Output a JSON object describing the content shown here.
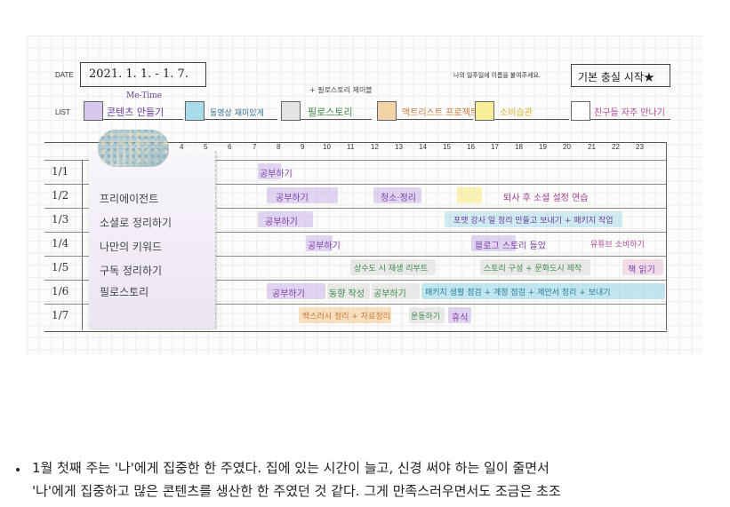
{
  "header": {
    "date_label": "DATE",
    "date_value": "2021. 1. 1. - 1. 7.",
    "name_prompt": "나의 일주일에 이름을 붙여주세요.",
    "name_value": "기본 충실 시작★",
    "list_label": "LIST"
  },
  "list": {
    "note_me_time": "Me-Time",
    "note_top": "+ 필로스토리 제이블",
    "items": [
      {
        "label": "콘텐츠 만들기",
        "color": "#c9b3e8"
      },
      {
        "label": "동영상 재미있게",
        "color": "#8fd3e6"
      },
      {
        "label": "필로스토리",
        "color": "#d9dbd8"
      },
      {
        "label": "액트리스트 프로젝트",
        "color": "#f2c98e"
      },
      {
        "label": "소비습관",
        "color": "#f7ea7a"
      },
      {
        "label": "친구들 자주 만나기",
        "color": "#e8c2dc"
      }
    ]
  },
  "hours": [
    "4",
    "5",
    "6",
    "7",
    "8",
    "9",
    "10",
    "11",
    "12",
    "13",
    "14",
    "15",
    "16",
    "17",
    "18",
    "19",
    "20",
    "21",
    "22",
    "23"
  ],
  "days": [
    "1/1",
    "1/2",
    "1/3",
    "1/4",
    "1/5",
    "1/6",
    "1/7"
  ],
  "goals": [
    "프리에이전트",
    "소셜로 정리하기",
    "나만의 키워드",
    "구독 정리하기",
    "필로스토리"
  ],
  "activities": [
    {
      "text": "공부하기",
      "color": "#7a3fa6"
    },
    {
      "text": "공부하기",
      "color": "#7a3fa6"
    },
    {
      "text": "청소·정리",
      "color": "#7a3fa6"
    },
    {
      "text": "퇴사 후 소셜 설정 연습",
      "color": "#a03b8c"
    },
    {
      "text": "공부하기",
      "color": "#7a3fa6"
    },
    {
      "text": "포맷 강사 일 정리 만들고 보내기 + 패키지 작업",
      "color": "#6b3d9a"
    },
    {
      "text": "공부하기",
      "color": "#7a3fa6"
    },
    {
      "text": "블로그 스토리 들었",
      "color": "#7a3fa6"
    },
    {
      "text": "유튜브 소비하기",
      "color": "#b44c9a"
    },
    {
      "text": "상수도 시 재생 리부트",
      "color": "#3d8a4f"
    },
    {
      "text": "스토리 구성 + 문화도시 제작",
      "color": "#3d8a4f"
    },
    {
      "text": "책 읽기",
      "color": "#7a3fa6"
    },
    {
      "text": "공부하기",
      "color": "#7a3fa6"
    },
    {
      "text": "동향 작성",
      "color": "#3d8a4f"
    },
    {
      "text": "공부하기",
      "color": "#3d8a4f"
    },
    {
      "text": "패키지 생활 점검 + 계정 점검 + 제안서 정리 + 보내기",
      "color": "#2f7f9c"
    },
    {
      "text": "백스러시 정리 + 자료정리",
      "color": "#c97a3a"
    },
    {
      "text": "운동하기",
      "color": "#3d8a4f"
    },
    {
      "text": "휴식",
      "color": "#7a3fa6"
    }
  ],
  "caption": {
    "bullet": "•",
    "line1": "1월 첫째 주는 '나'에게 집중한 한 주였다. 집에 있는 시간이 늘고, 신경 써야 하는 일이 줄면서",
    "line2": "'나'에게 집중하고 많은 콘텐츠를 생산한 한 주였던 것 같다. 그게 만족스러우면서도 조금은 초조"
  }
}
